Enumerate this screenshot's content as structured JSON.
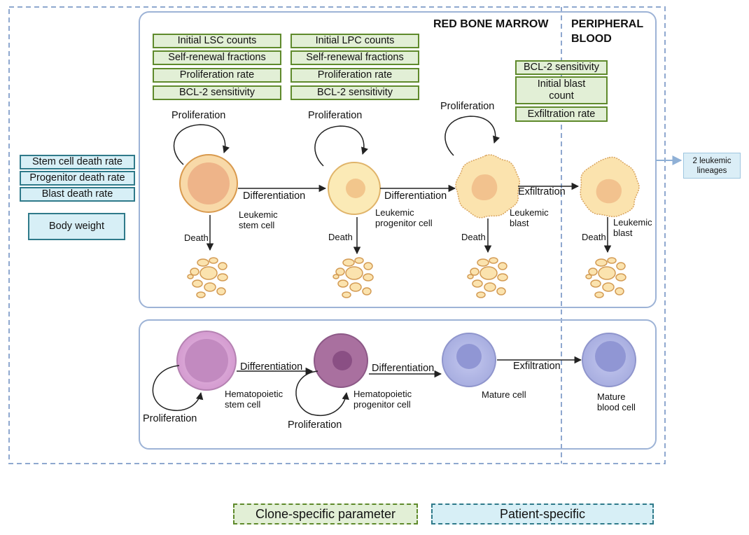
{
  "regions": {
    "red_bone_marrow": "RED BONE MARROW",
    "peripheral_blood_line1": "PERIPHERAL",
    "peripheral_blood_line2": "BLOOD"
  },
  "clone_params": {
    "lsc": [
      "Initial LSC counts",
      "Self-renewal fractions",
      "Proliferation rate",
      "BCL-2 sensitivity"
    ],
    "lpc": [
      "Initial LPC counts",
      "Self-renewal fractions",
      "Proliferation rate",
      "BCL-2 sensitivity"
    ],
    "blast": {
      "bcl2": "BCL-2 sensitivity",
      "initial_line1": "Initial blast",
      "initial_line2": "count",
      "exfiltration": "Exfiltration rate"
    }
  },
  "patient_params": [
    "Stem cell death rate",
    "Progenitor death rate",
    "Blast death rate",
    "Body weight"
  ],
  "leukemic": {
    "proliferation": "Proliferation",
    "differentiation": "Differentiation",
    "exfiltration": "Exfiltration",
    "death": "Death",
    "lsc_line1": "Leukemic",
    "lsc_line2": "stem cell",
    "lpc_line1": "Leukemic",
    "lpc_line2": "progenitor cell",
    "blast_line1": "Leukemic",
    "blast_line2": "blast"
  },
  "healthy": {
    "differentiation": "Differentiation",
    "exfiltration": "Exfiltration",
    "proliferation": "Proliferation",
    "hsc_line1": "Hematopoietic",
    "hsc_line2": "stem cell",
    "hpc_line1": "Hematopoietic",
    "hpc_line2": "progenitor cell",
    "mature": "Mature cell",
    "mature_blood_line1": "Mature",
    "mature_blood_line2": "blood cell"
  },
  "output": {
    "line1": "2 leukemic",
    "line2": "lineages"
  },
  "legend": {
    "clone": "Clone-specific parameter",
    "patient": "Patient-specific"
  },
  "colors": {
    "clone_fill": "#e2efd6",
    "clone_border": "#5f8a2c",
    "patient_fill": "#d7eff6",
    "patient_border": "#2f7a8a",
    "compartment_border": "#9db3d6",
    "lsc": "#f5c58f",
    "lpc": "#f8dc9e",
    "blast": "#f7d99b",
    "hsc": "#d79fd4",
    "hpc": "#a1679f",
    "mature": "#a8aee0"
  }
}
